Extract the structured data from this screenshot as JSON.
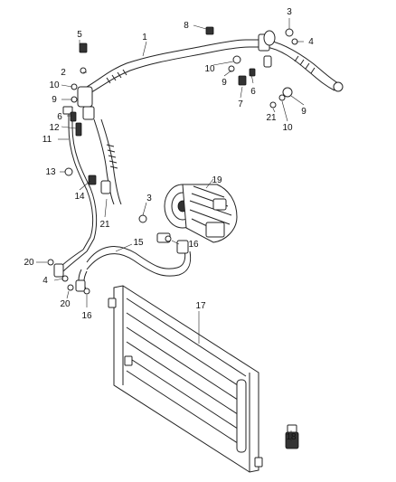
{
  "diagram": {
    "callouts": {
      "c1": "1",
      "c2": "2",
      "c3a": "3",
      "c3b": "3",
      "c4a": "4",
      "c4b": "4",
      "c5": "5",
      "c6a": "6",
      "c6b": "6",
      "c7": "7",
      "c8": "8",
      "c9a": "9",
      "c9b": "9",
      "c9c": "9",
      "c10a": "10",
      "c10b": "10",
      "c10c": "10",
      "c11": "11",
      "c12": "12",
      "c13": "13",
      "c14": "14",
      "c15": "15",
      "c16a": "16",
      "c16b": "16",
      "c17": "17",
      "c18": "18",
      "c19": "19",
      "c20a": "20",
      "c20b": "20",
      "c21a": "21",
      "c21b": "21"
    }
  }
}
